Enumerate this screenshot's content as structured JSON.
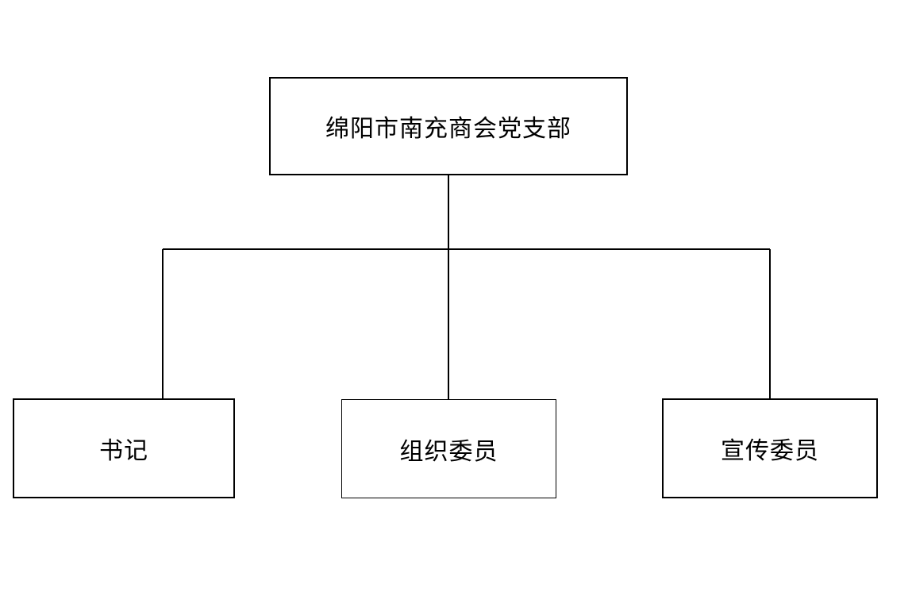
{
  "org_chart": {
    "root": {
      "label": "绵阳市南充商会党支部"
    },
    "children": [
      {
        "label": "书记"
      },
      {
        "label": "组织委员"
      },
      {
        "label": "宣传委员"
      }
    ]
  },
  "colors": {
    "line": "#000000",
    "box_border": "#000000",
    "background": "#ffffff",
    "text": "#000000"
  }
}
